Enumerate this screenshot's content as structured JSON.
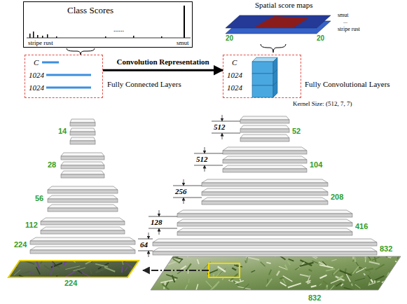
{
  "diagram": {
    "nodes": [
      {
        "text": [
          "Class Scores",
          "stripe rust",
          "......",
          "smut"
        ]
      },
      {
        "text": [
          "C",
          "1024",
          "1024",
          "Fully Connected Layers"
        ]
      },
      {
        "text": [
          "Spatial score maps",
          "smut",
          "...",
          "stripe rust",
          "20",
          "20"
        ]
      },
      {
        "text": [
          "C",
          "1024",
          "1024",
          "Fully Convolutional Layers"
        ]
      }
    ],
    "edges": [
      {
        "from": 1,
        "to": 3,
        "arrow": "to",
        "label": "Convolution Representation"
      }
    ],
    "labels": [
      "Kernel Size: (512, 7, 7)",
      "14",
      "28",
      "56",
      "112",
      "224",
      "512",
      "52",
      "512",
      "104",
      "256",
      "208",
      "128",
      "416",
      "64",
      "832",
      "224",
      "832"
    ]
  }
}
